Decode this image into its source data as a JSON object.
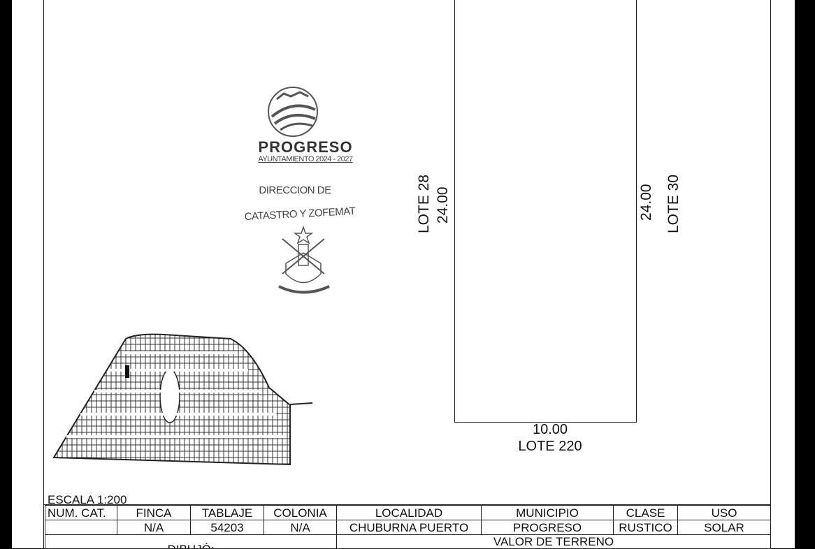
{
  "stamp": {
    "brand": "PROGRESO",
    "subtitle": "AYUNTAMIENTO 2024 - 2027",
    "line1": "DIRECCION DE",
    "line2": "CATASTRO Y ZOFEMAT"
  },
  "plan": {
    "left_lot": "LOTE 28",
    "left_dim": "24.00",
    "right_dim": "24.00",
    "right_lot": "LOTE 30",
    "bottom_dim": "10.00",
    "bottom_lot": "LOTE 220"
  },
  "scale": "ESCALA 1:200",
  "table": {
    "headers": [
      "NUM. CAT.",
      "FINCA",
      "TABLAJE",
      "COLONIA",
      "LOCALIDAD",
      "MUNICIPIO",
      "CLASE",
      "USO"
    ],
    "values": [
      "",
      "N/A",
      "54203",
      "N/A",
      "CHUBURNA PUERTO",
      "PROGRESO",
      "RUSTICO",
      "SOLAR"
    ],
    "drew_label": "DIBUJÓ:",
    "land_value_label": "VALOR DE TERRENO"
  }
}
